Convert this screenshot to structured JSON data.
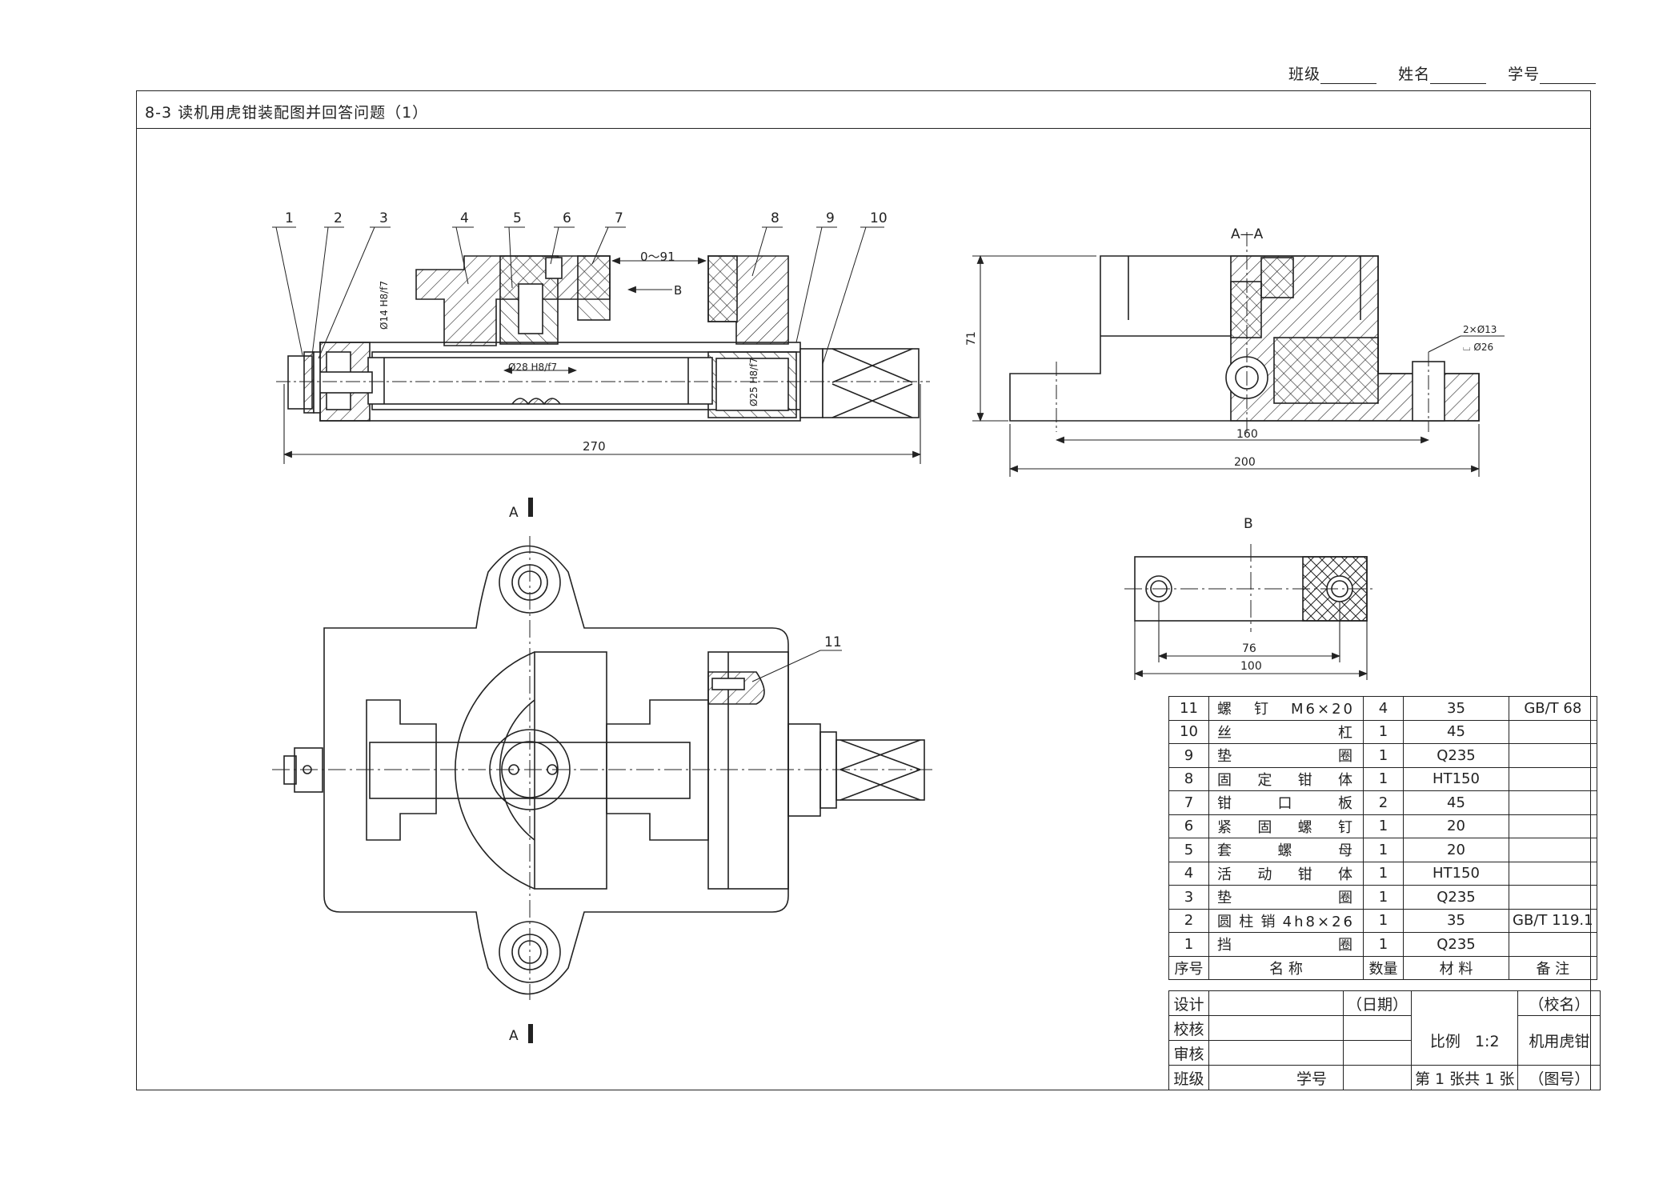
{
  "header": {
    "class_label": "班级",
    "name_label": "姓名",
    "id_label": "学号"
  },
  "title": "8-3 读机用虎钳装配图并回答问题（1）",
  "labels": {
    "balloons": [
      "1",
      "2",
      "3",
      "4",
      "5",
      "6",
      "7",
      "8",
      "9",
      "10",
      "11"
    ],
    "section_aa": "A—A",
    "view_b": "B",
    "cut_a": "A",
    "range": "0～91",
    "arrow_b": "B",
    "d14": "Ø14 H8/f7",
    "d28": "Ø28 H8/f7",
    "d25": "Ø25 H8/f7",
    "dim270": "270",
    "dim71": "71",
    "dim160": "160",
    "dim200": "200",
    "holes": "2×Ø13",
    "cbore": "⌴ Ø26",
    "dim76": "76",
    "dim100": "100"
  },
  "bom": {
    "rows": [
      {
        "no": "11",
        "name": "螺钉M6×20",
        "qty": "4",
        "mat": "35",
        "note": "GB/T 68"
      },
      {
        "no": "10",
        "name": "丝杠",
        "qty": "1",
        "mat": "45",
        "note": ""
      },
      {
        "no": "9",
        "name": "垫圈",
        "qty": "1",
        "mat": "Q235",
        "note": ""
      },
      {
        "no": "8",
        "name": "固定钳体",
        "qty": "1",
        "mat": "HT150",
        "note": ""
      },
      {
        "no": "7",
        "name": "钳口板",
        "qty": "2",
        "mat": "45",
        "note": ""
      },
      {
        "no": "6",
        "name": "紧固螺钉",
        "qty": "1",
        "mat": "20",
        "note": ""
      },
      {
        "no": "5",
        "name": "套螺母",
        "qty": "1",
        "mat": "20",
        "note": ""
      },
      {
        "no": "4",
        "name": "活动钳体",
        "qty": "1",
        "mat": "HT150",
        "note": ""
      },
      {
        "no": "3",
        "name": "垫圈",
        "qty": "1",
        "mat": "Q235",
        "note": ""
      },
      {
        "no": "2",
        "name": "圆柱销4h8×26",
        "qty": "1",
        "mat": "35",
        "note": "GB/T 119.1"
      },
      {
        "no": "1",
        "name": "挡圈",
        "qty": "1",
        "mat": "Q235",
        "note": ""
      }
    ],
    "header": {
      "no": "序号",
      "name": "名 称",
      "qty": "数量",
      "mat": "材 料",
      "note": "备 注"
    }
  },
  "titleblock": {
    "design": "设计",
    "check": "校核",
    "review": "审核",
    "class": "班级",
    "sid": "学号",
    "date": "（日期）",
    "school": "（校名）",
    "scale_label": "比例",
    "scale": "1:2",
    "product": "机用虎钳",
    "sheet": "第 1 张共 1 张",
    "drawing_no": "（图号）"
  }
}
